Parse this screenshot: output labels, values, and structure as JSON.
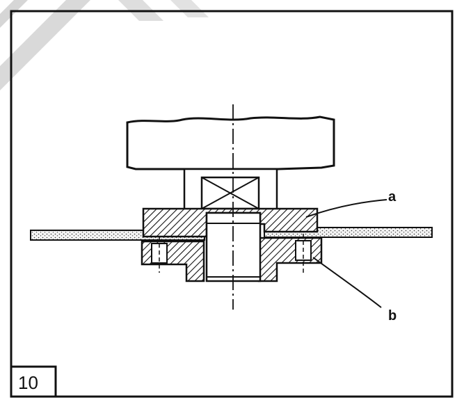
{
  "figure": {
    "number": "10",
    "callouts": {
      "a": "a",
      "b": "b"
    },
    "colors": {
      "line": "#111111",
      "frame": "#111111",
      "background": "#ffffff",
      "stripe": "#cfcfcf"
    }
  }
}
